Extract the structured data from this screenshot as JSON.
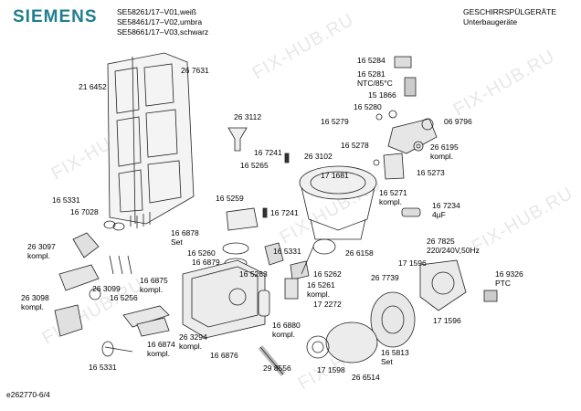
{
  "header": {
    "brand": "SIEMENS",
    "models": [
      "SE58261/17–V01,weiß",
      "SE58461/17–V02,umbra",
      "SE58661/17–V03,schwarz"
    ],
    "category": [
      "GESCHIRRSPÜLGERÄTE",
      "Unterbaugeräte"
    ]
  },
  "footer": {
    "doc_id": "e262770-6/4"
  },
  "watermark": "FIX-HUB.RU",
  "part_labels": [
    {
      "id": "p1",
      "lines": [
        "26 7631"
      ]
    },
    {
      "id": "p2",
      "lines": [
        "21 6452"
      ]
    },
    {
      "id": "p3",
      "lines": [
        "26 3112"
      ]
    },
    {
      "id": "p4",
      "lines": [
        "16 5284"
      ]
    },
    {
      "id": "p5",
      "lines": [
        "16 5281",
        "NTC/85°C"
      ]
    },
    {
      "id": "p6",
      "lines": [
        "15 1866"
      ]
    },
    {
      "id": "p7",
      "lines": [
        "16 5280"
      ]
    },
    {
      "id": "p8",
      "lines": [
        "06 9796"
      ]
    },
    {
      "id": "p9",
      "lines": [
        "16 5279"
      ]
    },
    {
      "id": "p10",
      "lines": [
        "16 5278"
      ]
    },
    {
      "id": "p11",
      "lines": [
        "26 6195",
        "kompl."
      ]
    },
    {
      "id": "p12",
      "lines": [
        "16 7241"
      ]
    },
    {
      "id": "p13",
      "lines": [
        "26 3102"
      ]
    },
    {
      "id": "p14",
      "lines": [
        "16 5265"
      ]
    },
    {
      "id": "p15",
      "lines": [
        "17 1681"
      ]
    },
    {
      "id": "p16",
      "lines": [
        "16 5273"
      ]
    },
    {
      "id": "p17",
      "lines": [
        "16 5271",
        "kompl."
      ]
    },
    {
      "id": "p18",
      "lines": [
        "16 5331"
      ]
    },
    {
      "id": "p19",
      "lines": [
        "16 7028"
      ]
    },
    {
      "id": "p20",
      "lines": [
        "16 5259"
      ]
    },
    {
      "id": "p21",
      "lines": [
        "16 7241"
      ]
    },
    {
      "id": "p22",
      "lines": [
        "16 7234",
        "4µF"
      ]
    },
    {
      "id": "p23",
      "lines": [
        "16 6878",
        "Set"
      ]
    },
    {
      "id": "p24",
      "lines": [
        "26 3097",
        "kompl."
      ]
    },
    {
      "id": "p25",
      "lines": [
        "16 5260"
      ]
    },
    {
      "id": "p26",
      "lines": [
        "16 6879"
      ]
    },
    {
      "id": "p27",
      "lines": [
        "16 5331"
      ]
    },
    {
      "id": "p28",
      "lines": [
        "26 6158"
      ]
    },
    {
      "id": "p29",
      "lines": [
        "26 7825",
        "220/240V,50Hz"
      ]
    },
    {
      "id": "p30",
      "lines": [
        "17 1596"
      ]
    },
    {
      "id": "p31",
      "lines": [
        "16 9326",
        "PTC"
      ]
    },
    {
      "id": "p32",
      "lines": [
        "26 3099"
      ]
    },
    {
      "id": "p33",
      "lines": [
        "16 6875",
        "kompl."
      ]
    },
    {
      "id": "p34",
      "lines": [
        "16 5263"
      ]
    },
    {
      "id": "p35",
      "lines": [
        "16 5262"
      ]
    },
    {
      "id": "p36",
      "lines": [
        "16 5261",
        "kompl."
      ]
    },
    {
      "id": "p37",
      "lines": [
        "26 7739"
      ]
    },
    {
      "id": "p38",
      "lines": [
        "26 3098",
        "kompl."
      ]
    },
    {
      "id": "p39",
      "lines": [
        "16 5256"
      ]
    },
    {
      "id": "p40",
      "lines": [
        "17 2272"
      ]
    },
    {
      "id": "p41",
      "lines": [
        "17 1596"
      ]
    },
    {
      "id": "p42",
      "lines": [
        "16 6880",
        "kompl."
      ]
    },
    {
      "id": "p43",
      "lines": [
        "26 3294",
        "kompl."
      ]
    },
    {
      "id": "p44",
      "lines": [
        "16 6874",
        "kompl."
      ]
    },
    {
      "id": "p45",
      "lines": [
        "16 6876"
      ]
    },
    {
      "id": "p46",
      "lines": [
        "16 5813",
        "Set"
      ]
    },
    {
      "id": "p47",
      "lines": [
        "16 5331"
      ]
    },
    {
      "id": "p48",
      "lines": [
        "29 8556"
      ]
    },
    {
      "id": "p49",
      "lines": [
        "17 1598"
      ]
    },
    {
      "id": "p50",
      "lines": [
        "26 6514"
      ]
    }
  ]
}
